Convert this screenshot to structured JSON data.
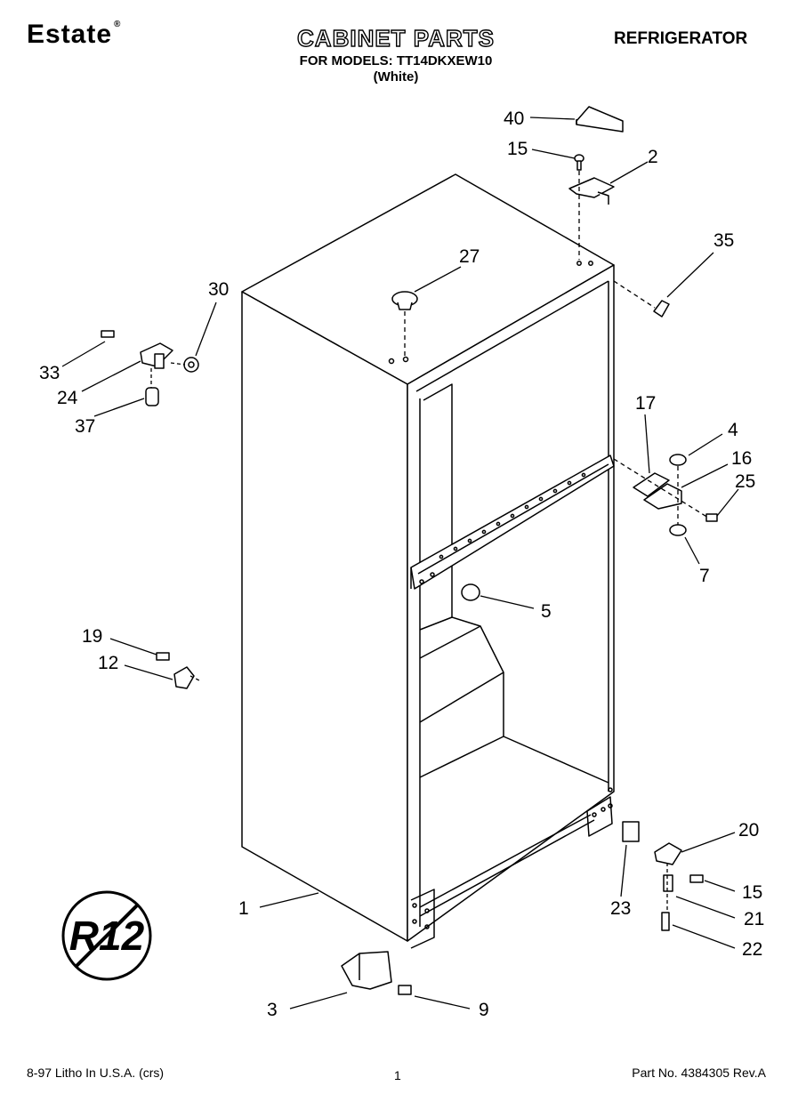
{
  "header": {
    "brand": "Estate",
    "brand_mark": "®",
    "title": "CABINET PARTS",
    "models_line": "FOR MODELS: TT14DKXEW10",
    "color_line": "(White)",
    "category": "REFRIGERATOR"
  },
  "footer": {
    "left": "8-97 Litho In U.S.A. (crs)",
    "page": "1",
    "right": "Part No. 4384305 Rev.A"
  },
  "callouts": {
    "c40": "40",
    "c15a": "15",
    "c2": "2",
    "c35": "35",
    "c27": "27",
    "c30": "30",
    "c33": "33",
    "c24": "24",
    "c37": "37",
    "c17": "17",
    "c4": "4",
    "c16": "16",
    "c25": "25",
    "c7": "7",
    "c5": "5",
    "c19": "19",
    "c12": "12",
    "c20": "20",
    "c15b": "15",
    "c21": "21",
    "c23": "23",
    "c22": "22",
    "c1": "1",
    "c3": "3",
    "c9": "9"
  },
  "badge": {
    "text": "R12"
  }
}
